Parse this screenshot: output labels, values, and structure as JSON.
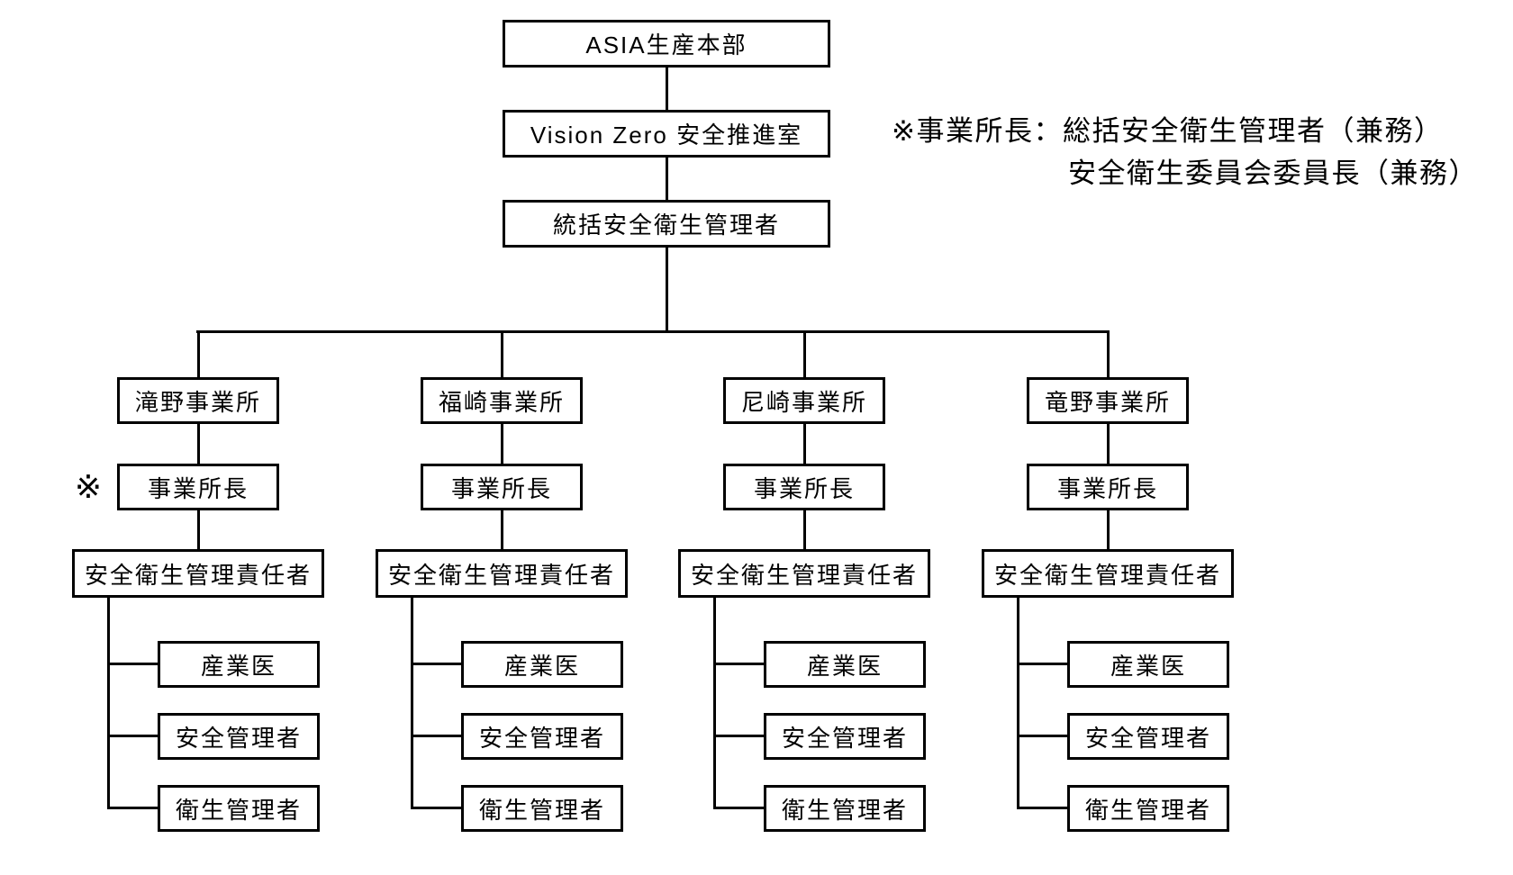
{
  "colors": {
    "background": "#ffffff",
    "line": "#000000",
    "text": "#000000"
  },
  "org_chart": {
    "headquarters": "ASIA生産本部",
    "promotion_office": "Vision Zero 安全推進室",
    "general_safety_manager": "統括安全衛生管理者",
    "head_note_marker": "※",
    "note": {
      "line1": "※事業所長：総括安全衛生管理者（兼務）",
      "line2": "安全衛生委員会委員長（兼務）"
    },
    "sites": [
      {
        "name": "滝野事業所",
        "head": "事業所長",
        "manager": "安全衛生管理責任者",
        "staff": [
          "産業医",
          "安全管理者",
          "衛生管理者"
        ]
      },
      {
        "name": "福崎事業所",
        "head": "事業所長",
        "manager": "安全衛生管理責任者",
        "staff": [
          "産業医",
          "安全管理者",
          "衛生管理者"
        ]
      },
      {
        "name": "尼崎事業所",
        "head": "事業所長",
        "manager": "安全衛生管理責任者",
        "staff": [
          "産業医",
          "安全管理者",
          "衛生管理者"
        ]
      },
      {
        "name": "竜野事業所",
        "head": "事業所長",
        "manager": "安全衛生管理責任者",
        "staff": [
          "産業医",
          "安全管理者",
          "衛生管理者"
        ]
      }
    ]
  }
}
